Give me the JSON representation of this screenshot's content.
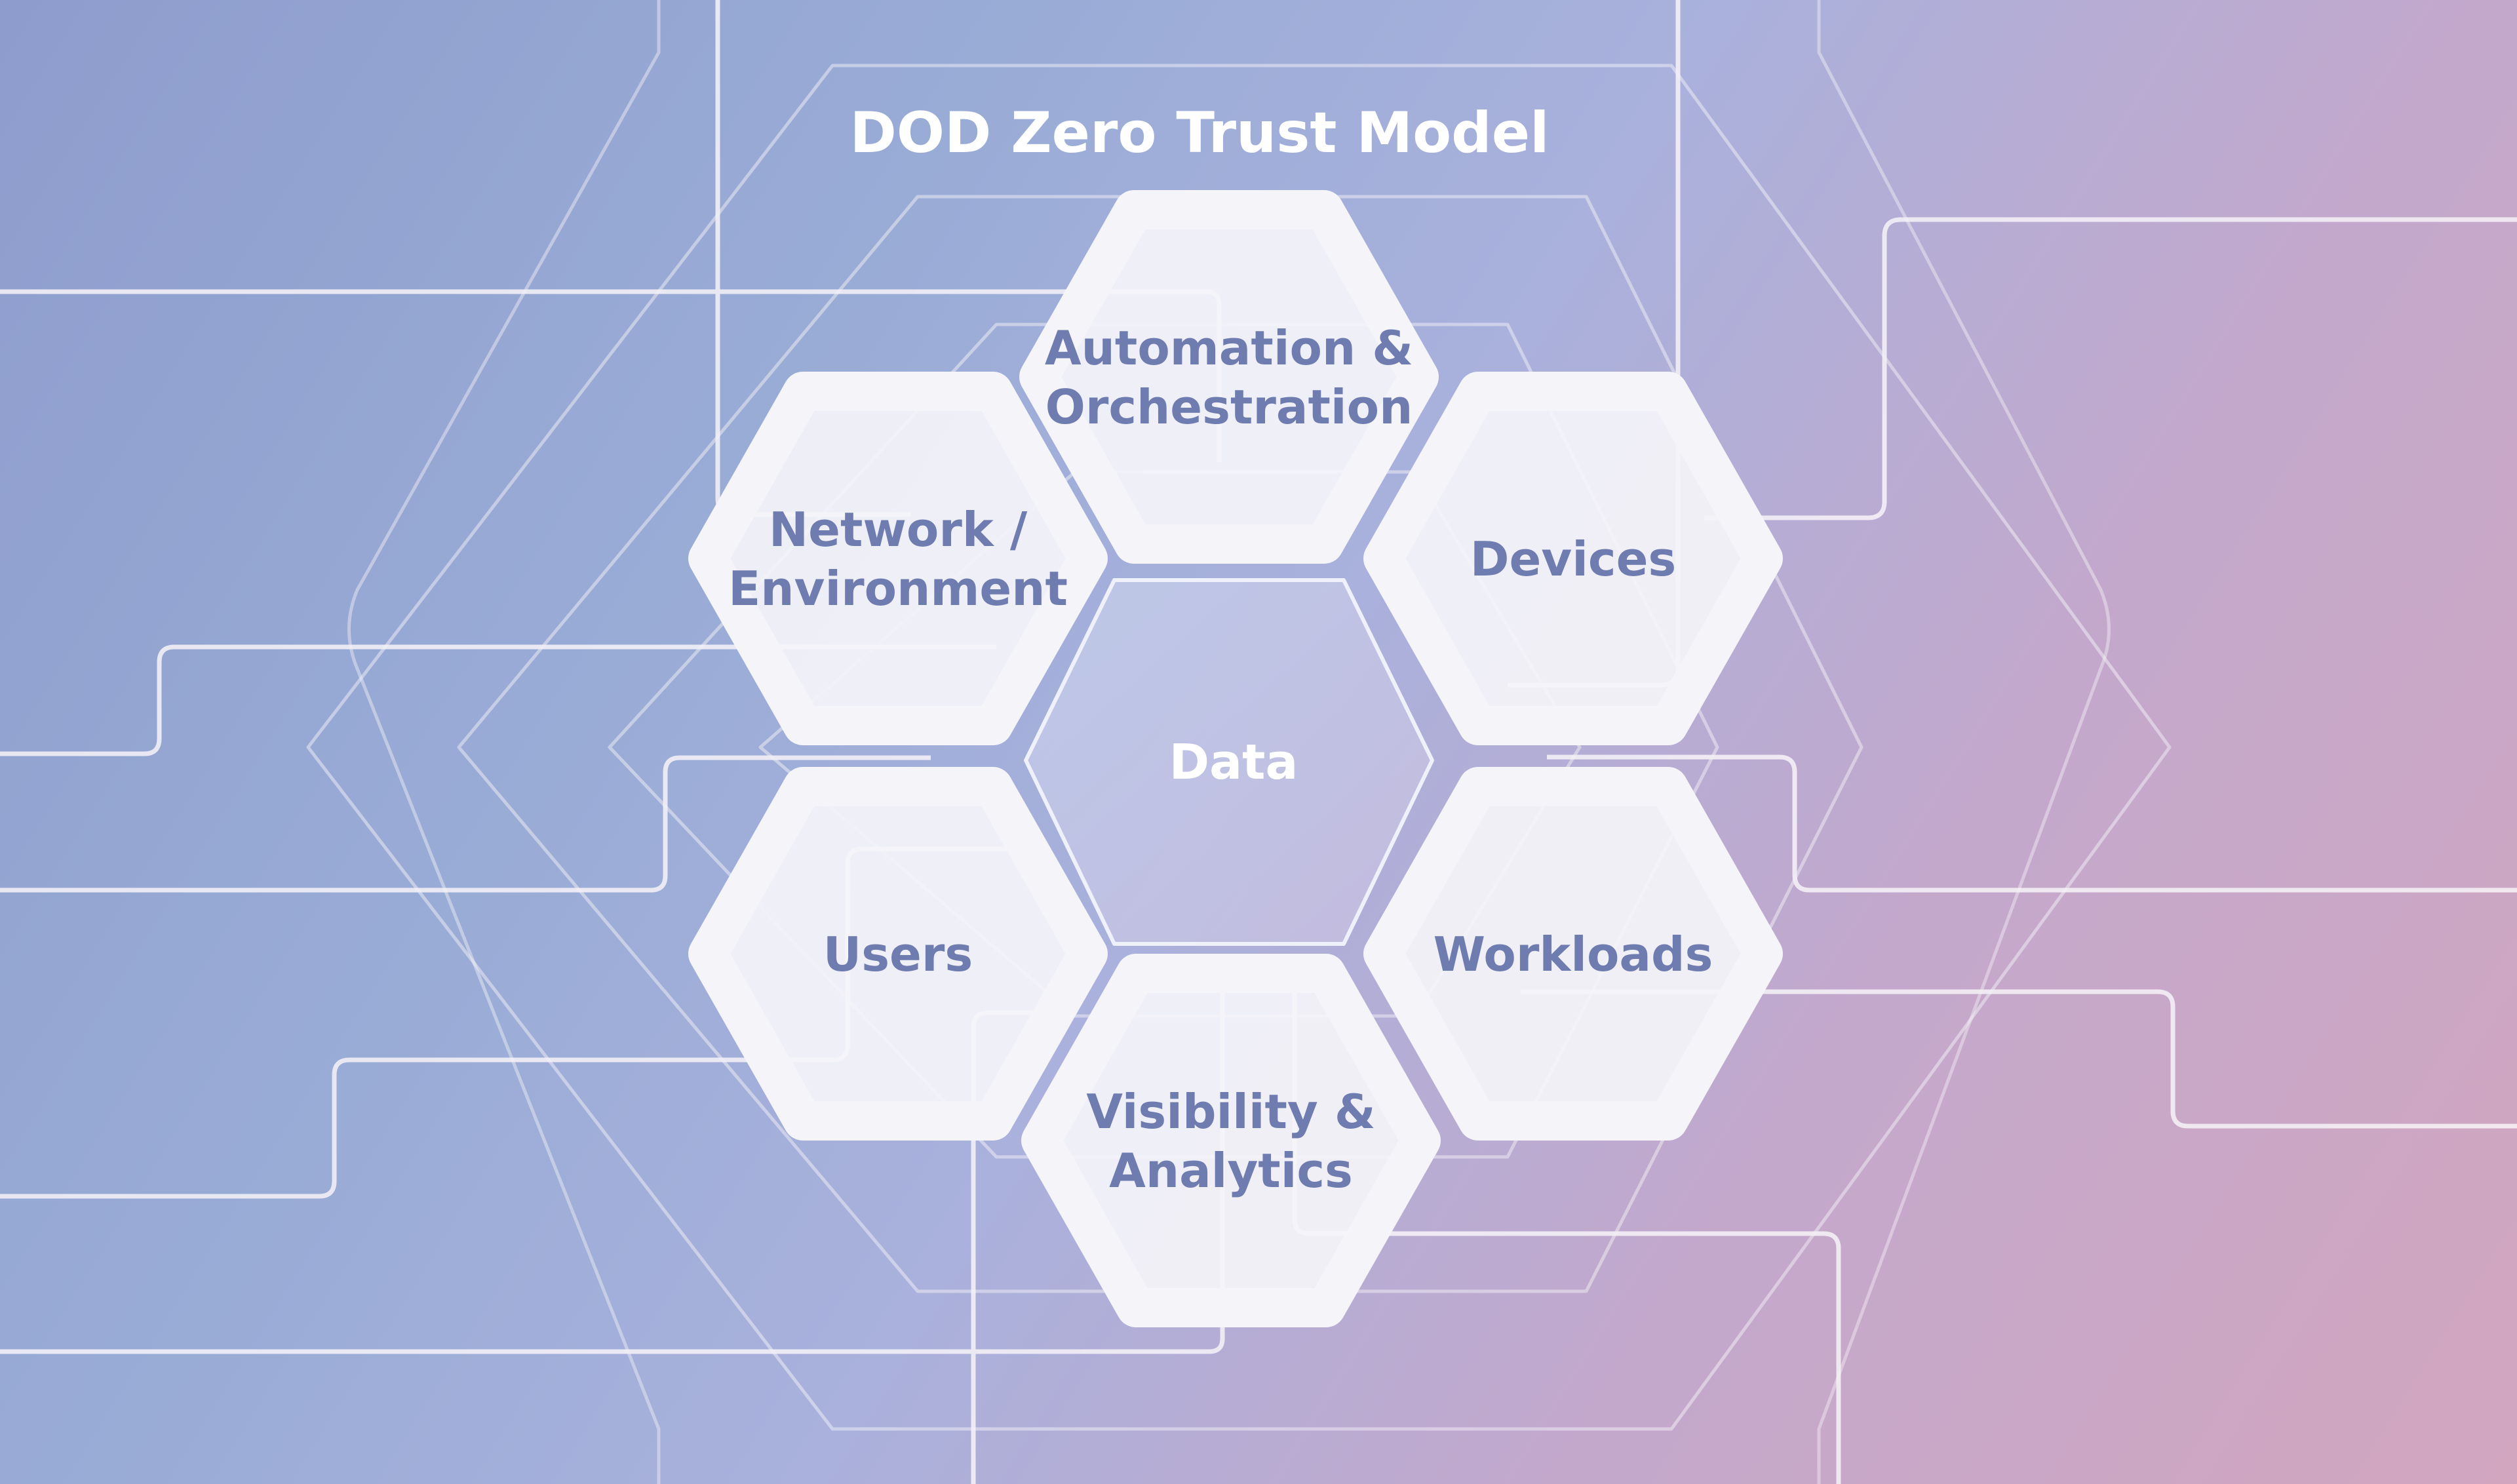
{
  "diagram": {
    "title": "DOD Zero Trust Model",
    "center": {
      "label": "Data"
    },
    "pillars": [
      {
        "id": "automation",
        "lines": [
          "Automation &",
          "Orchestration"
        ]
      },
      {
        "id": "devices",
        "lines": [
          "Devices"
        ]
      },
      {
        "id": "workloads",
        "lines": [
          "Workloads"
        ]
      },
      {
        "id": "visibility",
        "lines": [
          "Visibility &",
          "Analytics"
        ]
      },
      {
        "id": "users",
        "lines": [
          "Users"
        ]
      },
      {
        "id": "network",
        "lines": [
          "Network /",
          "Environment"
        ]
      }
    ]
  }
}
